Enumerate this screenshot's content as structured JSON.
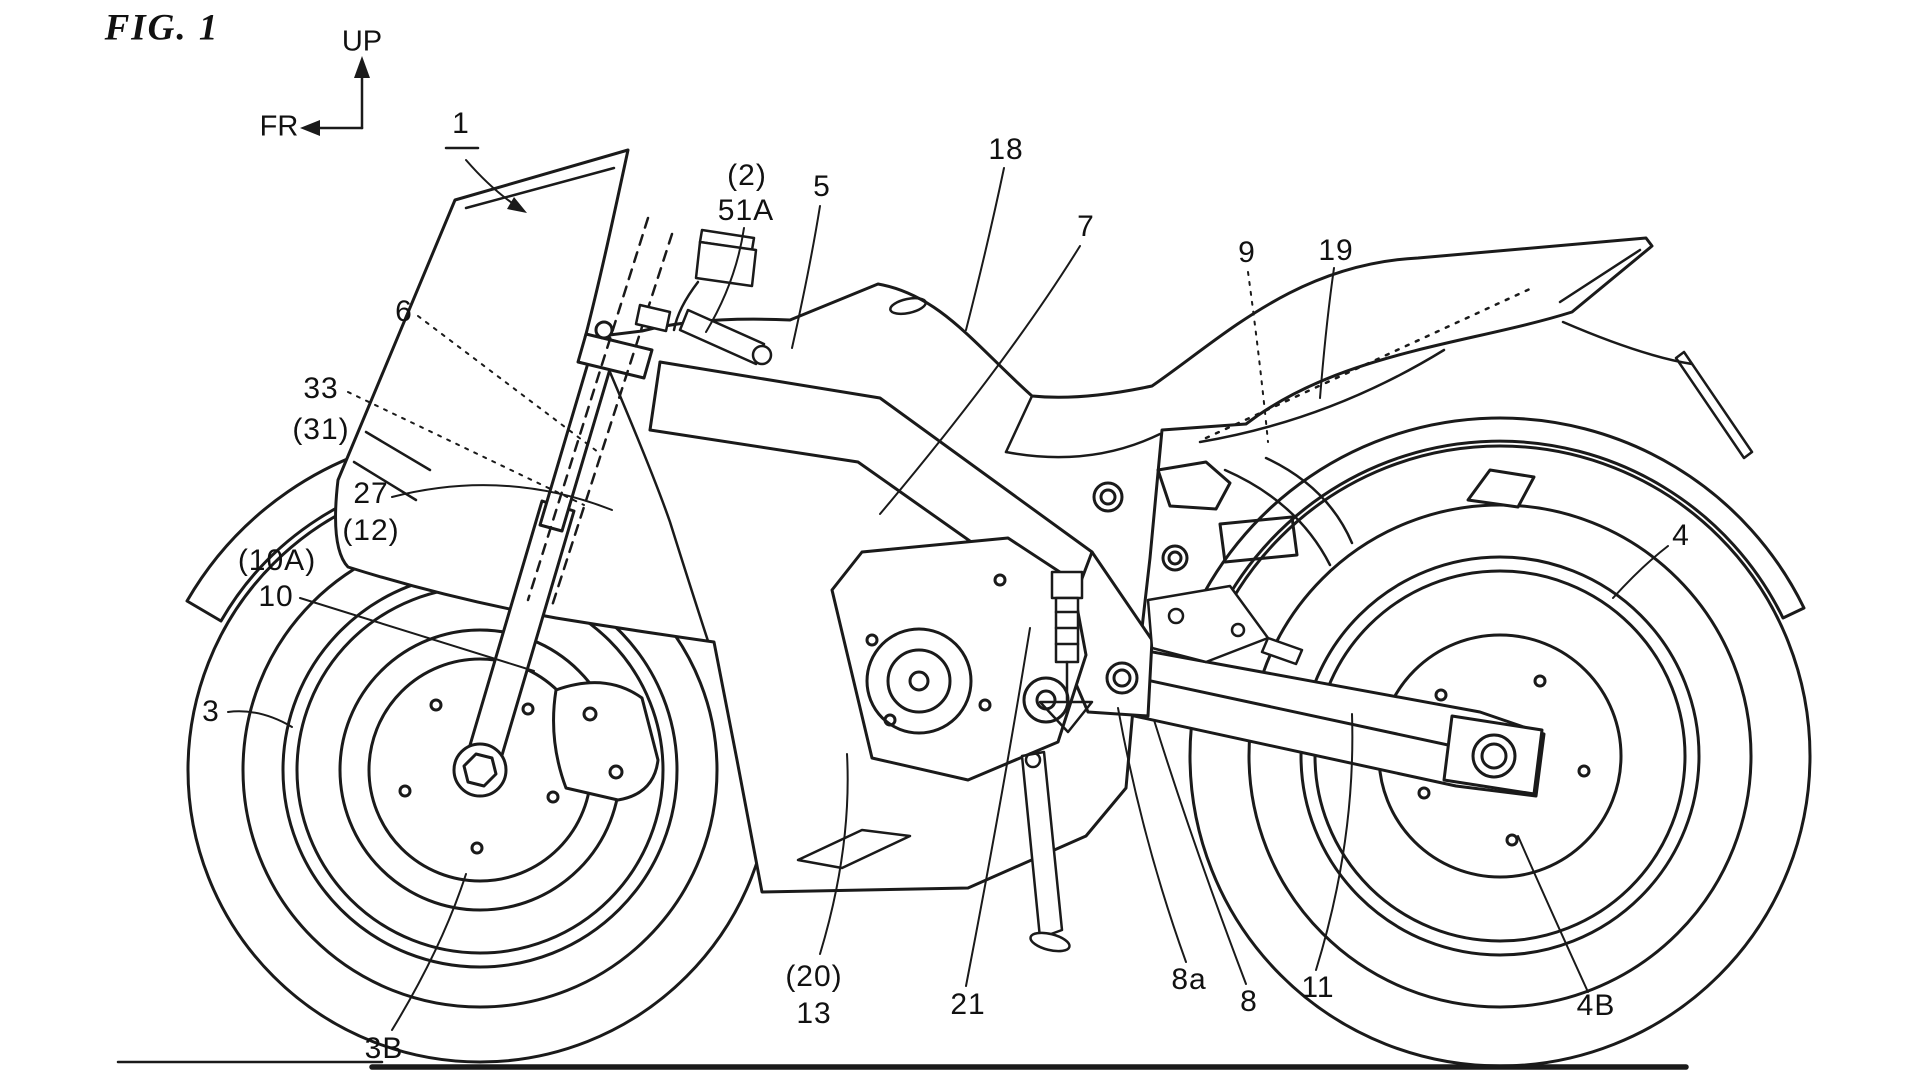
{
  "figure": {
    "title": "FIG. 1"
  },
  "orientation": {
    "up": "UP",
    "front": "FR"
  },
  "colors": {
    "line": "#1a1a1a",
    "background": "#ffffff"
  },
  "reference_labels": {
    "n1": "1",
    "n2": "(2)",
    "n51A": "51A",
    "n5": "5",
    "n18": "18",
    "n7": "7",
    "n9": "9",
    "n19": "19",
    "n6": "6",
    "n33": "33",
    "n31": "(31)",
    "n27": "27",
    "n12": "(12)",
    "n10A": "(10A)",
    "n10": "10",
    "n3": "3",
    "n3B": "3B",
    "n20": "(20)",
    "n13": "13",
    "n21": "21",
    "n8a": "8a",
    "n8": "8",
    "n11": "11",
    "n4": "4",
    "n4B": "4B"
  }
}
